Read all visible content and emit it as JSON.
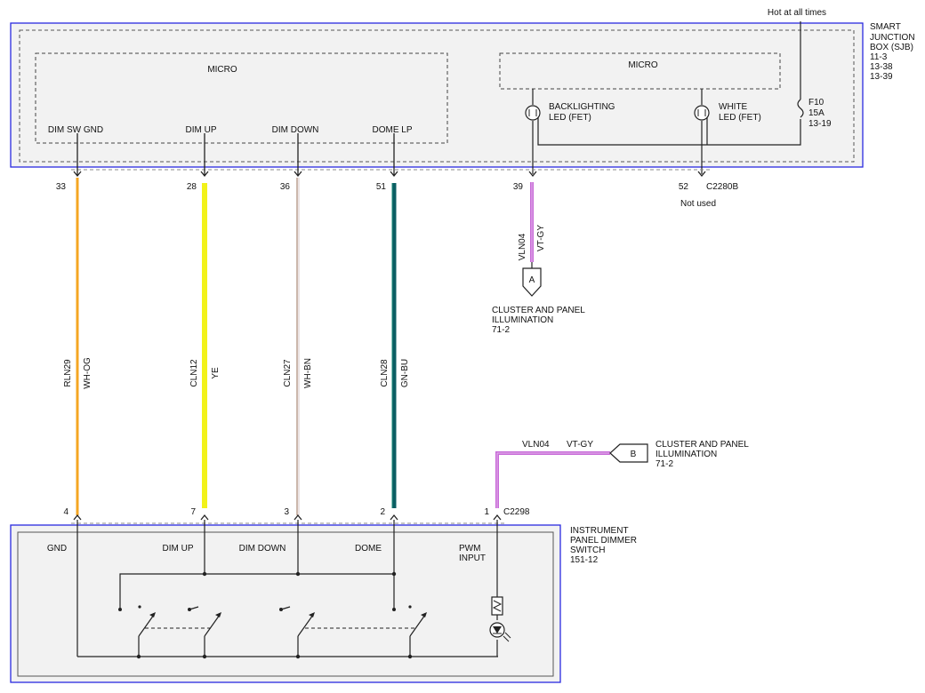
{
  "sjb": {
    "label_lines": [
      "SMART",
      "JUNCTION",
      "BOX (SJB)",
      "11-3",
      "13-38",
      "13-39"
    ],
    "hot_label": "Hot at all times",
    "micro_left": "MICRO",
    "micro_right": "MICRO",
    "pins": {
      "dim_sw_gnd": "DIM SW GND",
      "dim_up": "DIM UP",
      "dim_down": "DIM DOWN",
      "dome_lp": "DOME LP"
    },
    "backlighting_led": [
      "BACKLIGHTING",
      "LED (FET)"
    ],
    "white_led": [
      "WHITE",
      "LED (FET)"
    ],
    "fuse": [
      "F10",
      "15A",
      "13-19"
    ]
  },
  "connectors": {
    "c2280b": "C2280B",
    "c2280b_note": "Not used",
    "c2298": "C2298"
  },
  "circuits": [
    {
      "id": "rln29",
      "top_pin": "33",
      "bottom_pin": "4",
      "circuit": "RLN29",
      "color_code": "WH-OG",
      "color": "#f5a623"
    },
    {
      "id": "cln12",
      "top_pin": "28",
      "bottom_pin": "7",
      "circuit": "CLN12",
      "color_code": "YE",
      "color": "#f2f21a"
    },
    {
      "id": "cln27",
      "top_pin": "36",
      "bottom_pin": "3",
      "circuit": "CLN27",
      "color_code": "WH-BN",
      "color": "#9a6f5a"
    },
    {
      "id": "cln28",
      "top_pin": "51",
      "bottom_pin": "2",
      "circuit": "CLN28",
      "color_code": "GN-BU",
      "color": "#0b5e63"
    }
  ],
  "vln04_top": {
    "pin": "39",
    "circuit": "VLN04",
    "color_code": "VT-GY",
    "color": "#c86ad8"
  },
  "c2280b_pin": "52",
  "ref_a": {
    "letter": "A",
    "lines": [
      "CLUSTER AND PANEL",
      "ILLUMINATION",
      "71-2"
    ]
  },
  "vln04_bottom": {
    "pin": "1",
    "circuit": "VLN04",
    "color_code": "VT-GY",
    "color": "#c86ad8"
  },
  "ref_b": {
    "letter": "B",
    "lines": [
      "CLUSTER AND PANEL",
      "ILLUMINATION",
      "71-2"
    ]
  },
  "dimmer": {
    "label_lines": [
      "INSTRUMENT",
      "PANEL DIMMER",
      "SWITCH",
      "151-12"
    ],
    "gnd": "GND",
    "dim_up": "DIM UP",
    "dim_down": "DIM DOWN",
    "dome": "DOME",
    "pwm": [
      "PWM",
      "INPUT"
    ]
  }
}
